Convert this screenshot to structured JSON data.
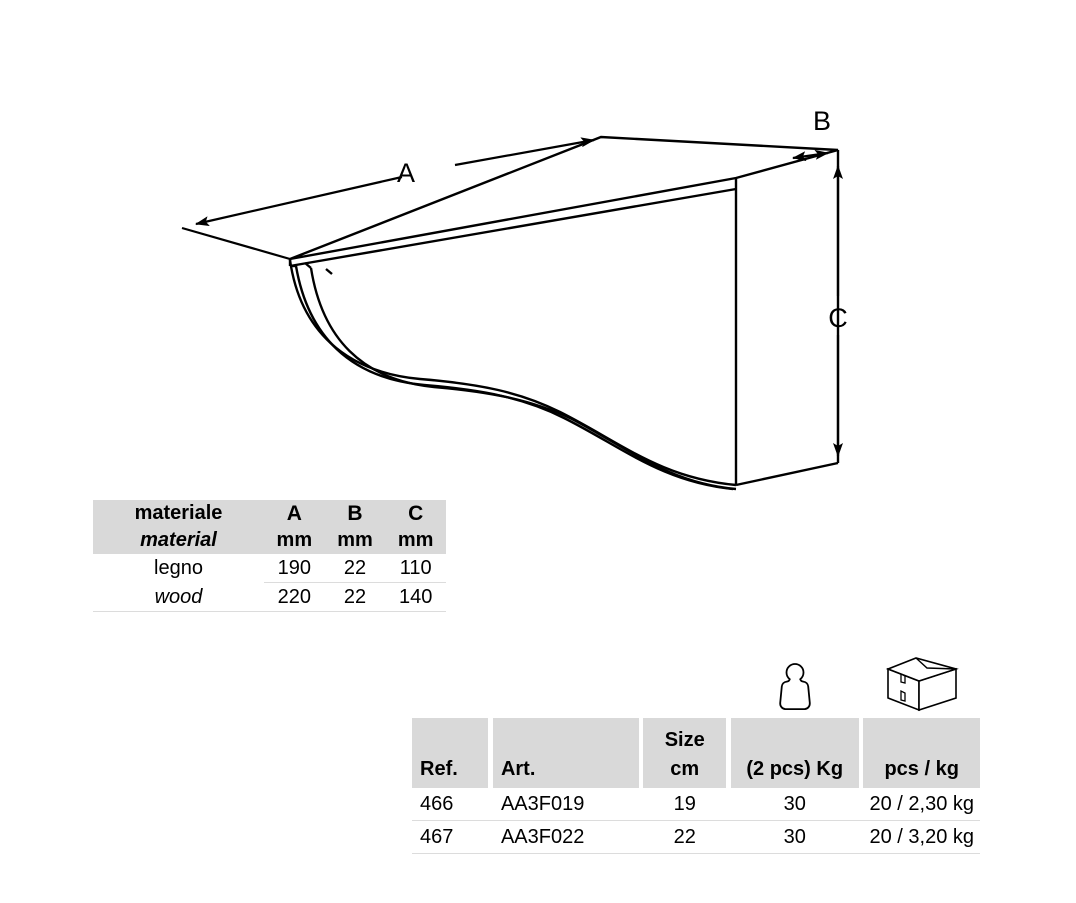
{
  "drawing": {
    "title": "wooden shelf bracket isometric technical drawing",
    "dimension_labels": {
      "a": "A",
      "b": "B",
      "c": "C"
    }
  },
  "material_table": {
    "header": {
      "material_it": "materiale",
      "material_en": "material",
      "columns": [
        {
          "letter": "A",
          "unit": "mm"
        },
        {
          "letter": "B",
          "unit": "mm"
        },
        {
          "letter": "C",
          "unit": "mm"
        }
      ]
    },
    "rows": [
      {
        "name": "legno",
        "italic": false,
        "a": "190",
        "b": "22",
        "c": "110"
      },
      {
        "name": "wood",
        "italic": true,
        "a": "220",
        "b": "22",
        "c": "140"
      }
    ]
  },
  "reference_table": {
    "icons": {
      "weight": "weight-icon",
      "box": "box-icon"
    },
    "header": {
      "ref": "Ref.",
      "art": "Art.",
      "size_top": "Size",
      "size_unit": "cm",
      "weight": "(2 pcs) Kg",
      "packing": "pcs / kg"
    },
    "rows": [
      {
        "ref": "466",
        "art": "AA3F019",
        "size": "19",
        "weight": "30",
        "packing": "20 / 2,30 kg"
      },
      {
        "ref": "467",
        "art": "AA3F022",
        "size": "22",
        "weight": "30",
        "packing": "20 / 3,20 kg"
      }
    ]
  },
  "colors": {
    "header_gray": "#d9d9d9",
    "divider_gray": "#dcdcdc",
    "line_black": "#000000",
    "background": "#ffffff"
  }
}
